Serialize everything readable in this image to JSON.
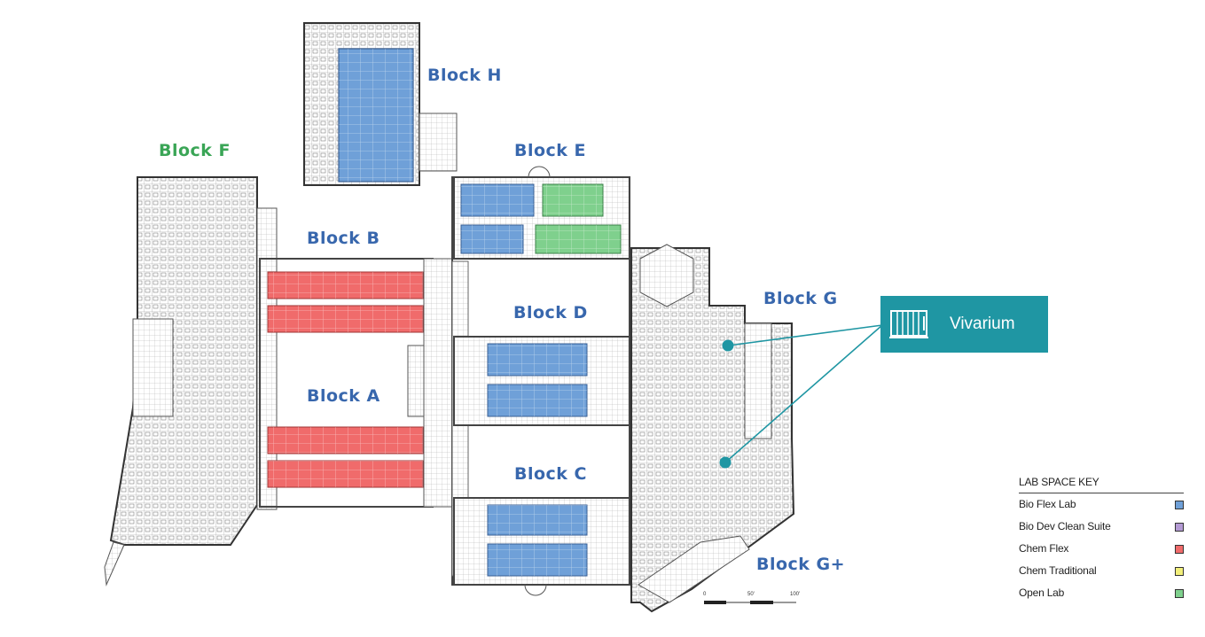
{
  "colors": {
    "bio_flex": "#6fa0d8",
    "bio_dev": "#b49ad4",
    "chem_flex": "#f06b6b",
    "chem_traditional": "#f2ef7a",
    "open_lab": "#7fd08d",
    "block_blue": "#3867ad",
    "block_green": "#3aa556",
    "callout_teal": "#1f96a3",
    "wall": "#444444"
  },
  "blocks": {
    "h": "Block H",
    "f": "Block F",
    "e": "Block E",
    "b": "Block B",
    "d": "Block D",
    "g": "Block G",
    "a": "Block A",
    "c": "Block C",
    "g_plus": "Block G+"
  },
  "callout": {
    "label": "Vivarium",
    "icon": "vivarium-cage-icon"
  },
  "scale_bar": {
    "ticks": [
      "0",
      "50'",
      "100'"
    ]
  },
  "legend": {
    "title": "LAB SPACE KEY",
    "items": [
      {
        "label": "Bio Flex Lab",
        "color": "#6fa0d8"
      },
      {
        "label": "Bio Dev Clean Suite",
        "color": "#b49ad4"
      },
      {
        "label": "Chem Flex",
        "color": "#f06b6b"
      },
      {
        "label": "Chem Traditional",
        "color": "#f2ef7a"
      },
      {
        "label": "Open Lab",
        "color": "#7fd08d"
      }
    ]
  }
}
